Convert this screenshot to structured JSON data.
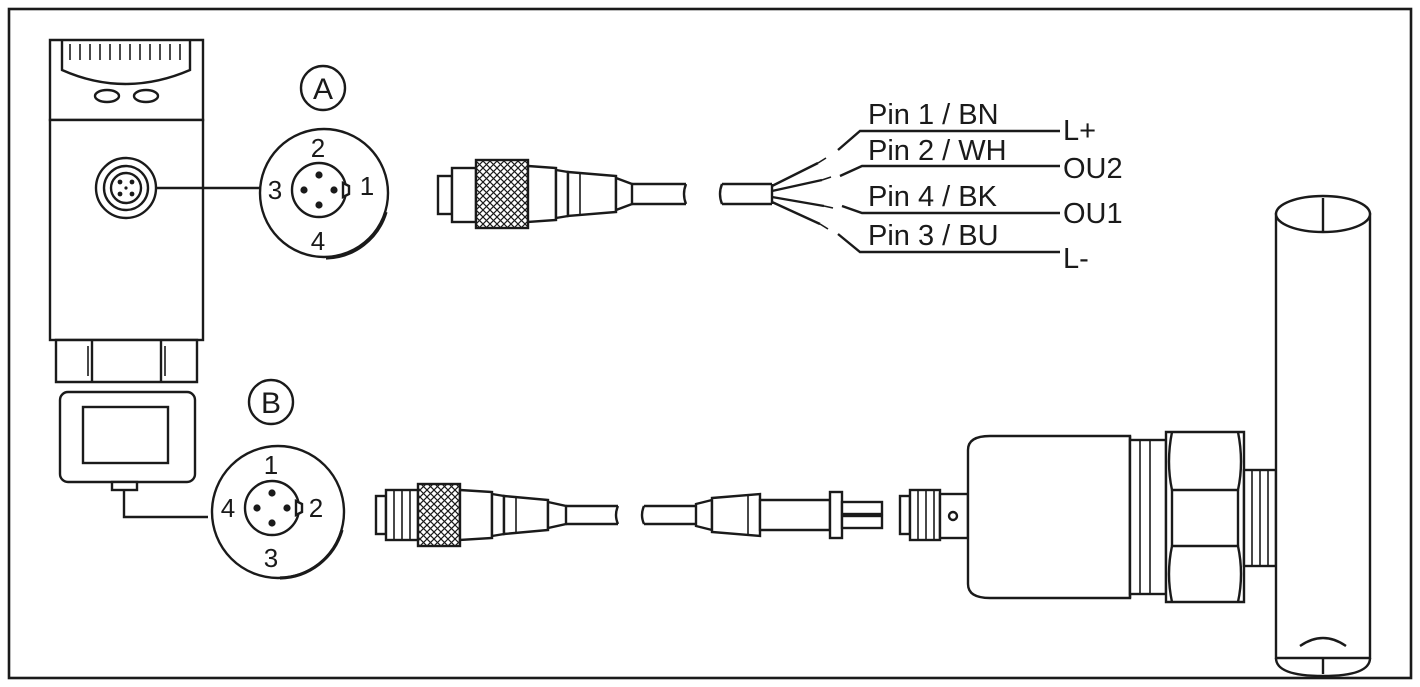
{
  "connector_a": {
    "marker": "A",
    "pins": {
      "top": "2",
      "left": "3",
      "right": "1",
      "bottom": "4"
    }
  },
  "connector_b": {
    "marker": "B",
    "pins": {
      "top": "1",
      "left": "4",
      "right": "2",
      "bottom": "3"
    }
  },
  "wiring": [
    {
      "pin_label": "Pin 1 / BN",
      "signal": "L+"
    },
    {
      "pin_label": "Pin 2 / WH",
      "signal": "OU2"
    },
    {
      "pin_label": "Pin 4 / BK",
      "signal": "OU1"
    },
    {
      "pin_label": "Pin 3 / BU",
      "signal": "L-"
    }
  ],
  "colors": {
    "line": "#1a1a1a",
    "background": "#ffffff"
  }
}
